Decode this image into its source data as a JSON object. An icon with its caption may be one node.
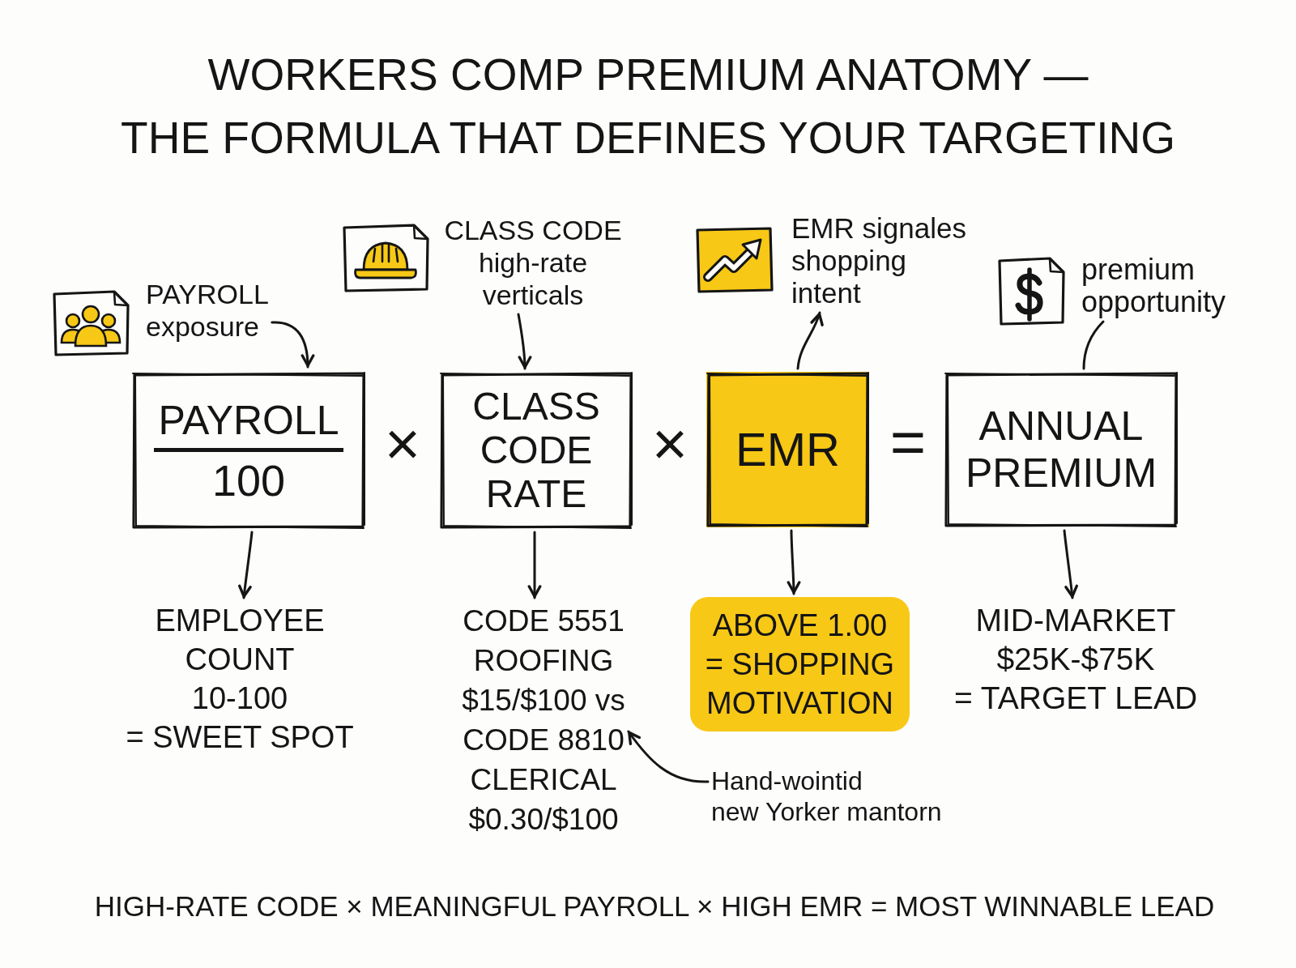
{
  "diagram": {
    "title": "WORKERS COMP PREMIUM ANATOMY — THE FORMULA THAT DEFINES YOUR TARGETING",
    "caption": "HIGH-RATE CODE × MEANINGFUL PAYROLL × HIGH EMR = MOST WINNABLE LEAD",
    "nodes": [
      {
        "text": [
          "PAYROLL exposure"
        ]
      },
      {
        "text": [
          "CLASS CODE high-rate verticals"
        ]
      },
      {
        "text": [
          "EMR signales shopping intent"
        ]
      },
      {
        "text": [
          "premium opportunity"
        ]
      },
      {
        "text": [
          "PAYROLL",
          "100"
        ]
      },
      {
        "text": [
          "CLASS CODE RATE"
        ]
      },
      {
        "text": [
          "EMR"
        ]
      },
      {
        "text": [
          "ANNUAL PREMIUM"
        ]
      },
      {
        "text": [
          "EMPLOYEE COUNT 10-100 = SWEET SPOT"
        ]
      },
      {
        "text": [
          "CODE 5551 ROOFING $15/$100 vs CODE 8810 CLERICAL $0.30/$100"
        ]
      },
      {
        "text": [
          "ABOVE 1.00 = SHOPPING MOTIVATION"
        ]
      },
      {
        "text": [
          "MID-MARKET $25K-$75K = TARGET LEAD"
        ]
      },
      {
        "text": [
          "Hand-wointid new Yorker mantorn"
        ]
      }
    ],
    "edges": [
      {
        "from": 0,
        "to": 4,
        "arrow": "to"
      },
      {
        "from": 1,
        "to": 5,
        "arrow": "to"
      },
      {
        "from": 6,
        "to": 2,
        "arrow": "to"
      },
      {
        "from": 3,
        "to": 7,
        "arrow": "none"
      },
      {
        "from": 4,
        "to": 8,
        "arrow": "to"
      },
      {
        "from": 5,
        "to": 9,
        "arrow": "to"
      },
      {
        "from": 6,
        "to": 10,
        "arrow": "to"
      },
      {
        "from": 7,
        "to": 11,
        "arrow": "to"
      },
      {
        "from": 12,
        "to": 9,
        "arrow": "to"
      }
    ],
    "labels": [
      "×",
      "×",
      "="
    ]
  }
}
